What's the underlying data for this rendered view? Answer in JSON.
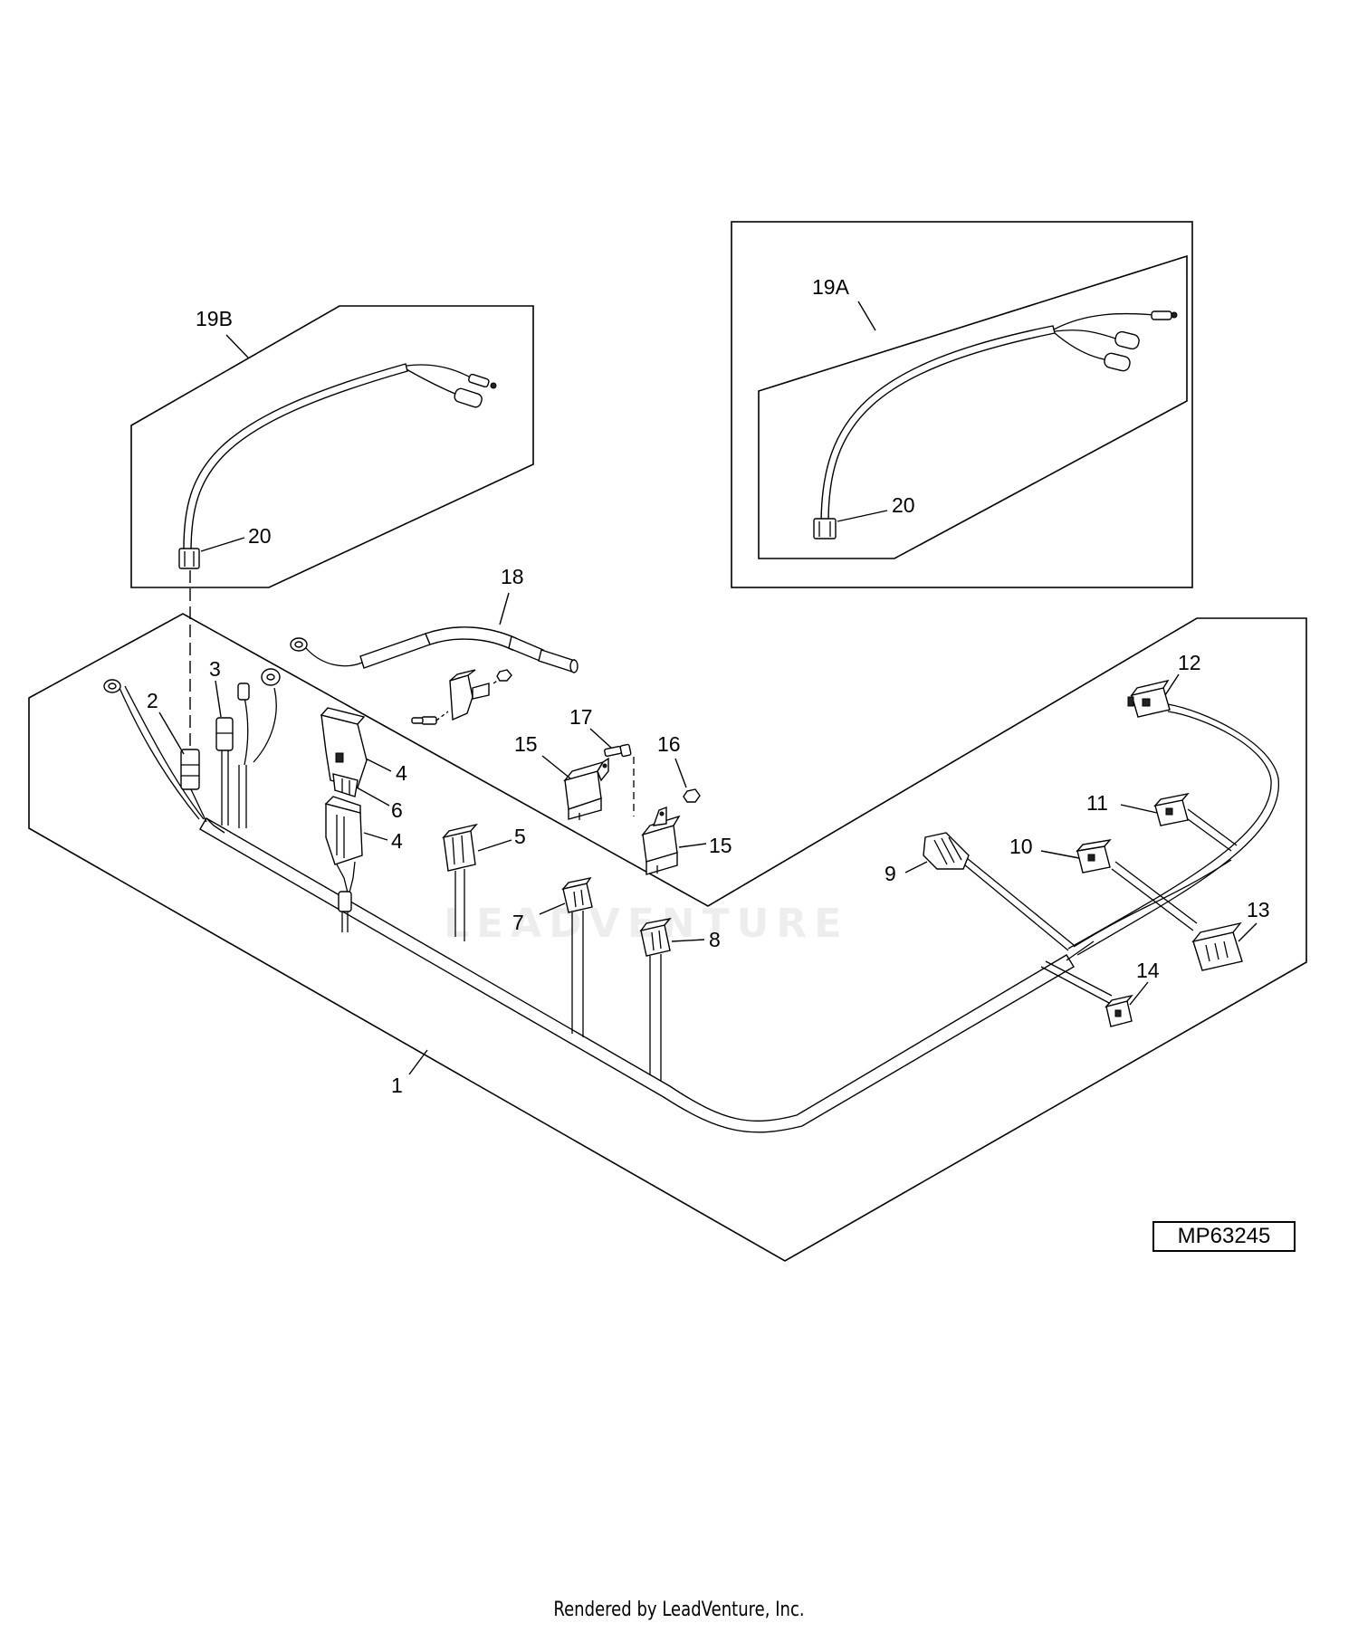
{
  "diagram": {
    "reference_code": "MP63245",
    "footer": "Rendered by LeadVenture, Inc.",
    "watermark": "LEADVENTURE",
    "callouts": {
      "c1": "1",
      "c2": "2",
      "c3": "3",
      "c4a": "4",
      "c4b": "4",
      "c5": "5",
      "c6": "6",
      "c7": "7",
      "c8": "8",
      "c9": "9",
      "c10": "10",
      "c11": "11",
      "c12": "12",
      "c13": "13",
      "c14": "14",
      "c15a": "15",
      "c15b": "15",
      "c16": "16",
      "c17": "17",
      "c18": "18",
      "c19a": "19A",
      "c19b": "19B",
      "c20a": "20",
      "c20b": "20"
    }
  }
}
